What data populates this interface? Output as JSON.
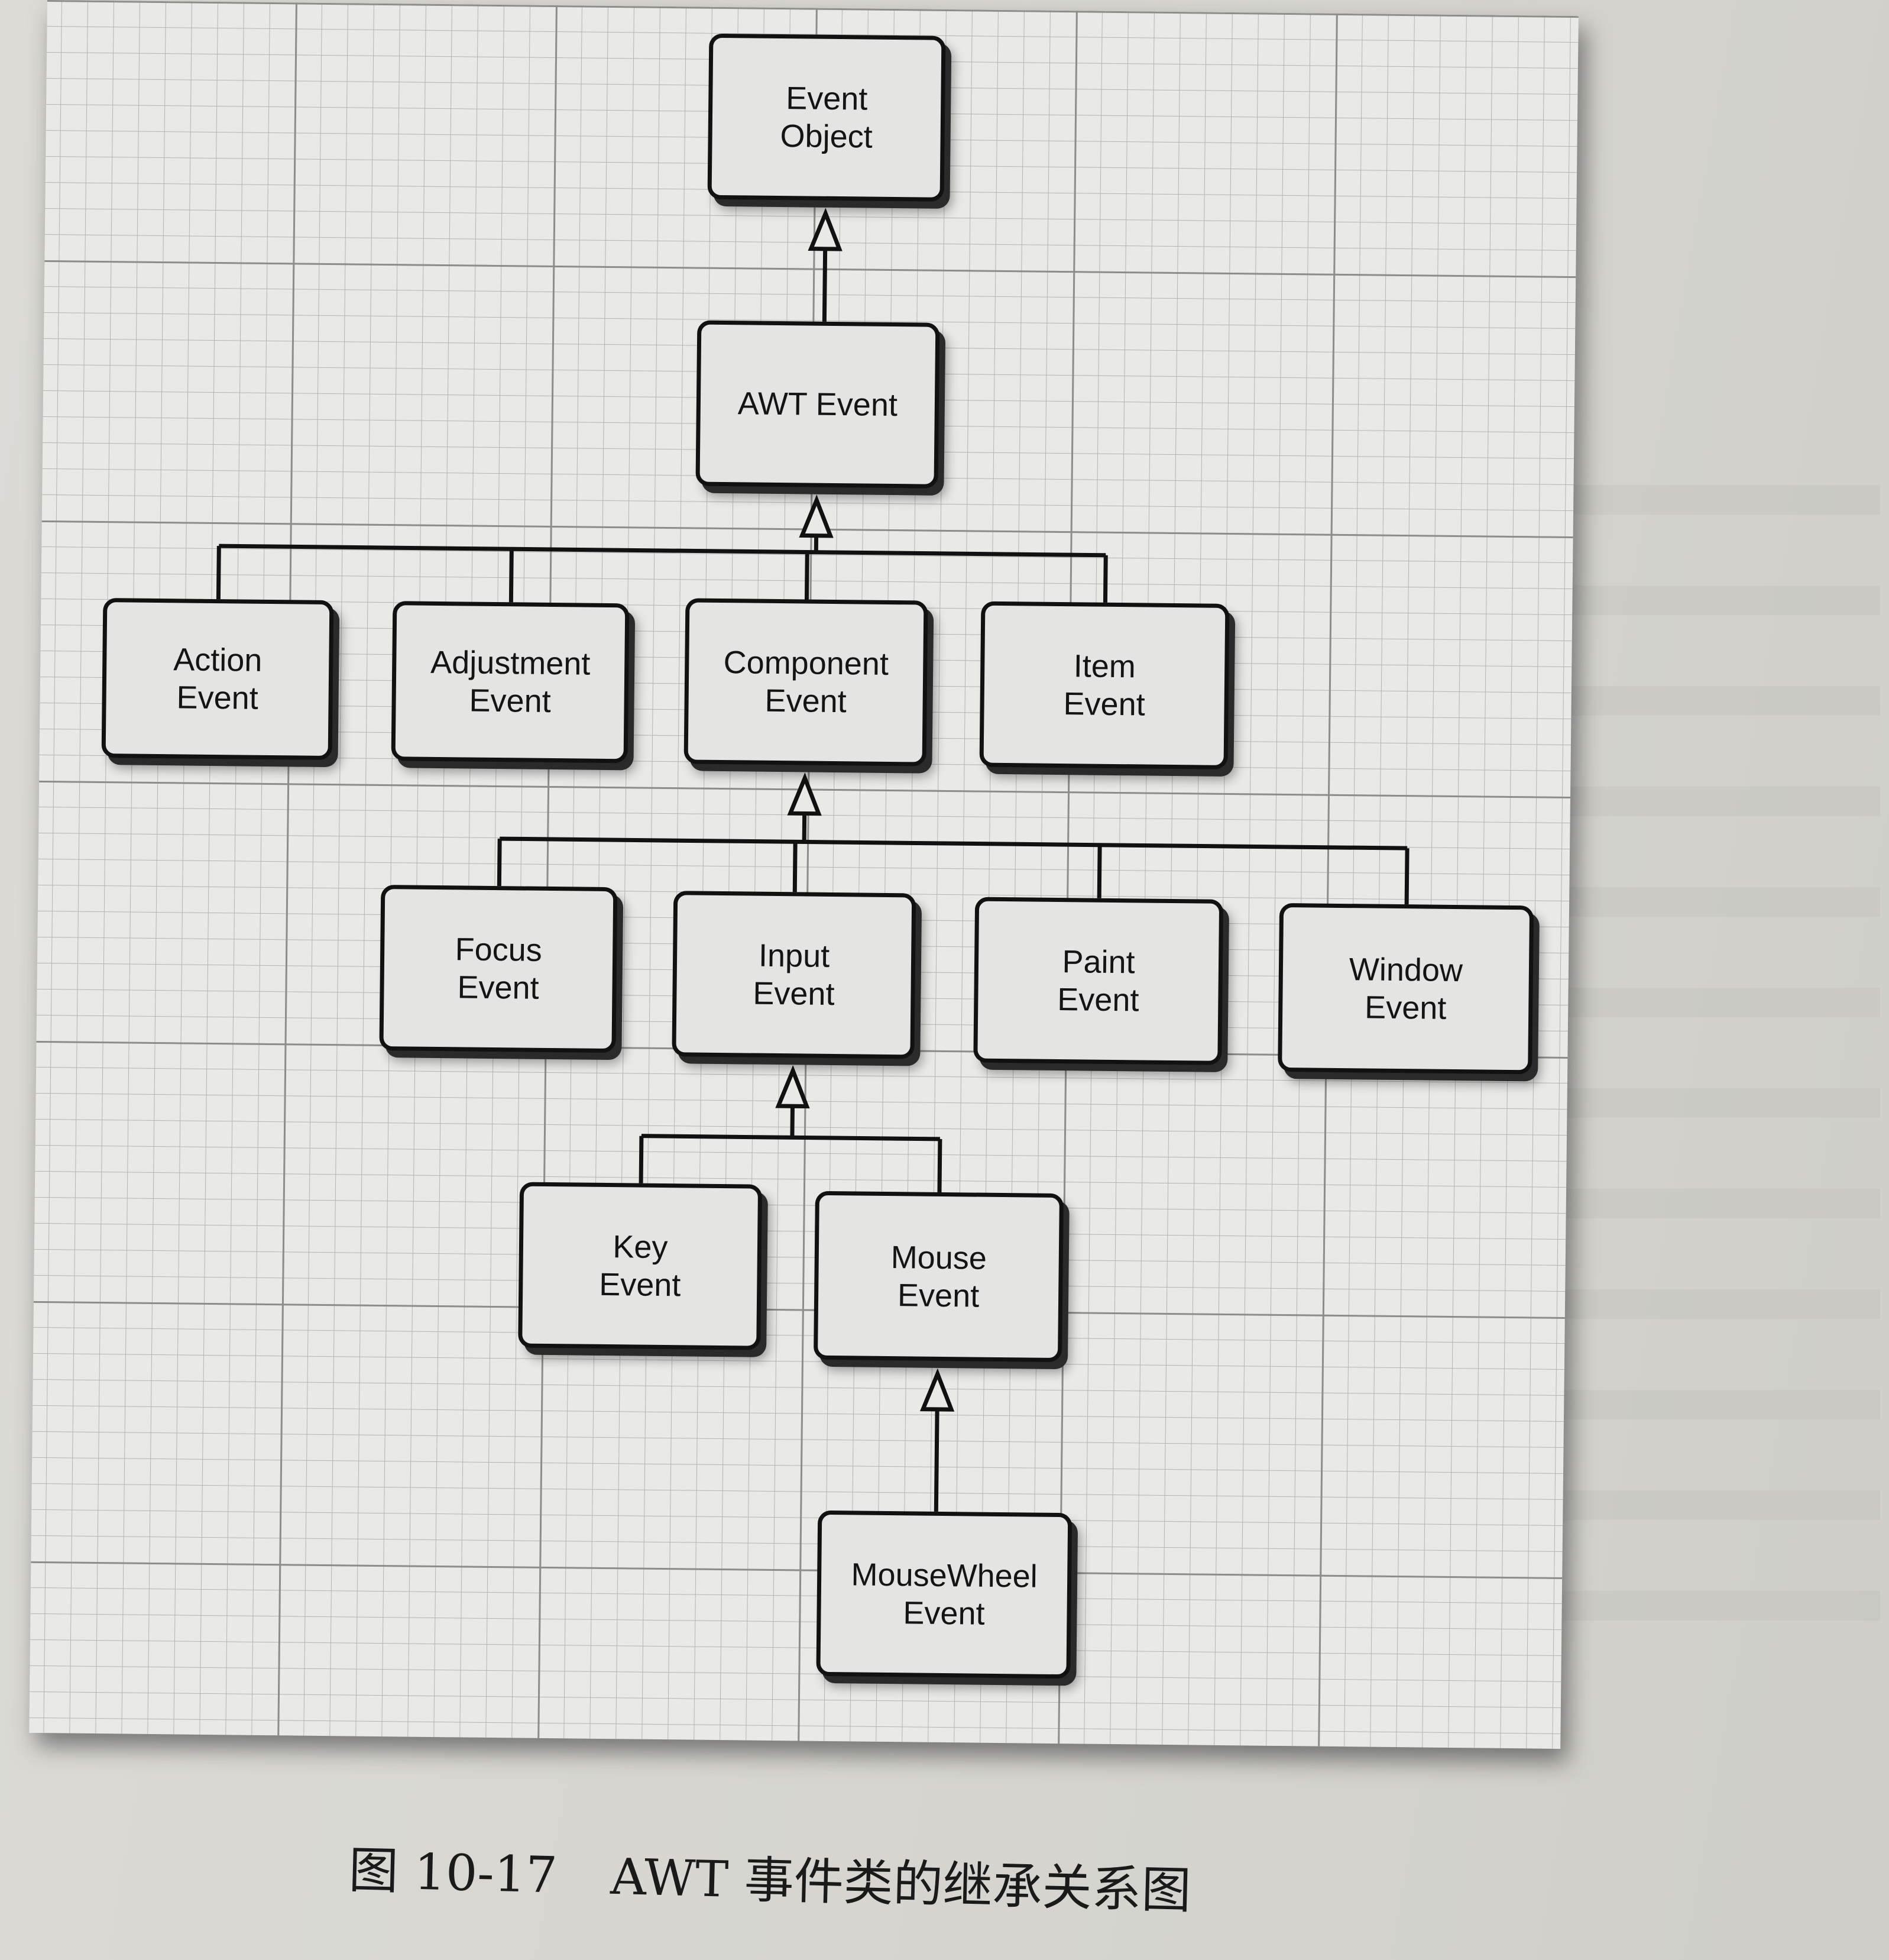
{
  "diagram": {
    "nodes": [
      {
        "id": "event-object",
        "lines": [
          "Event",
          "Object"
        ]
      },
      {
        "id": "awt-event",
        "lines": [
          "AWT Event"
        ]
      },
      {
        "id": "action-event",
        "lines": [
          "Action",
          "Event"
        ]
      },
      {
        "id": "adjustment-event",
        "lines": [
          "Adjustment",
          "Event"
        ]
      },
      {
        "id": "component-event",
        "lines": [
          "Component",
          "Event"
        ]
      },
      {
        "id": "item-event",
        "lines": [
          "Item",
          "Event"
        ]
      },
      {
        "id": "focus-event",
        "lines": [
          "Focus",
          "Event"
        ]
      },
      {
        "id": "input-event",
        "lines": [
          "Input",
          "Event"
        ]
      },
      {
        "id": "paint-event",
        "lines": [
          "Paint",
          "Event"
        ]
      },
      {
        "id": "window-event",
        "lines": [
          "Window",
          "Event"
        ]
      },
      {
        "id": "key-event",
        "lines": [
          "Key",
          "Event"
        ]
      },
      {
        "id": "mouse-event",
        "lines": [
          "Mouse",
          "Event"
        ]
      },
      {
        "id": "mousewheel-event",
        "lines": [
          "MouseWheel",
          "Event"
        ]
      }
    ],
    "edges": [
      {
        "from": "awt-event",
        "to": "event-object"
      },
      {
        "from": "action-event",
        "to": "awt-event"
      },
      {
        "from": "adjustment-event",
        "to": "awt-event"
      },
      {
        "from": "component-event",
        "to": "awt-event"
      },
      {
        "from": "item-event",
        "to": "awt-event"
      },
      {
        "from": "focus-event",
        "to": "component-event"
      },
      {
        "from": "input-event",
        "to": "component-event"
      },
      {
        "from": "paint-event",
        "to": "component-event"
      },
      {
        "from": "window-event",
        "to": "component-event"
      },
      {
        "from": "key-event",
        "to": "input-event"
      },
      {
        "from": "mouse-event",
        "to": "input-event"
      },
      {
        "from": "mousewheel-event",
        "to": "mouse-event"
      }
    ]
  },
  "caption": {
    "figure_label": "图 10-17",
    "title": "AWT 事件类的继承关系图"
  }
}
